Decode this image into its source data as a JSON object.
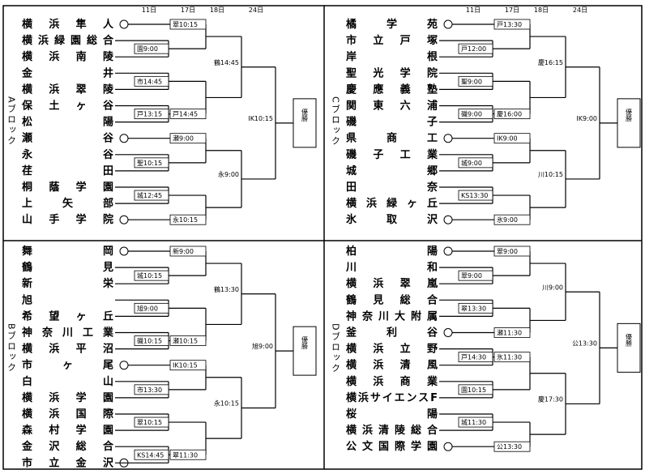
{
  "round_headers": [
    "11日",
    "17日",
    "18日",
    "24日"
  ],
  "winner_label": "優勝",
  "blocks": [
    {
      "label": "Aブロック",
      "teams": [
        "横浜隼人",
        "横浜緑園総合",
        "横浜南陵",
        "金井",
        "横浜翠陵",
        "保土ヶ谷",
        "松陽",
        "瀬谷",
        "永谷",
        "荏田",
        "桐蔭学園",
        "上矢部",
        "山手学院"
      ],
      "seeds": [
        0,
        7,
        12
      ],
      "slots": {
        "r1": [
          {
            "pair": [
              1,
              2
            ],
            "label": "園9:00"
          },
          {
            "pair": [
              3,
              4
            ],
            "label": "市14:45"
          },
          {
            "pair": [
              5,
              6
            ],
            "label": "戸13:15"
          },
          {
            "pair": [
              8,
              9
            ],
            "label": "聖10:15"
          },
          {
            "pair": [
              10,
              11
            ],
            "label": "城12:45"
          }
        ],
        "r2": [
          {
            "label": "翠10:15"
          },
          {
            "label": "戸14:45"
          },
          {
            "label": "瀬9:00"
          },
          {
            "label": "永10:15"
          }
        ],
        "r3": [
          {
            "label": "鶴14:45"
          },
          {
            "label": "永9:00"
          }
        ],
        "final": "IK10:15"
      }
    },
    {
      "label": "Bブロック",
      "teams": [
        "舞岡",
        "鶴見",
        "新栄",
        "旭",
        "希望ヶ丘",
        "神奈川工業",
        "横浜平沼",
        "市ヶ尾",
        "白山",
        "横浜学園",
        "横浜国際",
        "森村学園",
        "金沢総合",
        "市立金沢"
      ],
      "seeds": [
        0,
        7,
        13
      ],
      "slots": {
        "r1": [
          {
            "pair": [
              1,
              2
            ],
            "label": "城10:15"
          },
          {
            "pair": [
              3,
              4
            ],
            "label": "旭9:00"
          },
          {
            "pair": [
              5,
              6
            ],
            "label": "磯10:15"
          },
          {
            "pair": [
              8,
              9
            ],
            "label": "市13:30"
          },
          {
            "pair": [
              10,
              11
            ],
            "label": "翠10:15"
          },
          {
            "pair": [
              12,
              13
            ],
            "label": "KS14:45"
          }
        ],
        "r2": [
          {
            "label": "新9:00"
          },
          {
            "label": "瀬10:15"
          },
          {
            "label": "IK10:15"
          },
          {
            "label": "翠11:30"
          }
        ],
        "r3": [
          {
            "label": "鶴13:30"
          },
          {
            "label": "永10:15"
          }
        ],
        "final": "旭9:00"
      }
    },
    {
      "label": "Cブロック",
      "teams": [
        "橘学苑",
        "市立戸塚",
        "岸根",
        "聖光学院",
        "慶應義塾",
        "関東六浦",
        "磯子",
        "県商工",
        "磯子工業",
        "城郷",
        "田奈",
        "横浜緑ヶ丘",
        "氷取沢"
      ],
      "seeds": [
        0,
        7,
        12
      ],
      "slots": {
        "r1": [
          {
            "pair": [
              1,
              2
            ],
            "label": "戸12:00"
          },
          {
            "pair": [
              3,
              4
            ],
            "label": "聖9:00"
          },
          {
            "pair": [
              5,
              6
            ],
            "label": "磯9:00"
          },
          {
            "pair": [
              8,
              9
            ],
            "label": "城9:00"
          },
          {
            "pair": [
              10,
              11
            ],
            "label": "KS13:30"
          }
        ],
        "r2": [
          {
            "label": "戸13:30"
          },
          {
            "label": "慶16:00"
          },
          {
            "label": "IK9:00"
          },
          {
            "label": "氷9:00"
          }
        ],
        "r3": [
          {
            "label": "慶16:15"
          },
          {
            "label": "川10:15"
          }
        ],
        "final": "IK9:00"
      }
    },
    {
      "label": "Dブロック",
      "teams": [
        "柏陽",
        "川和",
        "横浜翠嵐",
        "鶴見総合",
        "神奈川大附属",
        "釜利谷",
        "横浜立野",
        "横浜清風",
        "横浜商業",
        "横浜サイエンスF",
        "桜陽",
        "横浜清陵総合",
        "公文国際学園"
      ],
      "seeds": [
        0,
        5,
        12
      ],
      "slots": {
        "r1": [
          {
            "pair": [
              1,
              2
            ],
            "label": "翠9:00"
          },
          {
            "pair": [
              3,
              4
            ],
            "label": "翠13:30"
          },
          {
            "pair": [
              6,
              7
            ],
            "label": "戸14:30"
          },
          {
            "pair": [
              8,
              9
            ],
            "label": "園10:15"
          },
          {
            "pair": [
              10,
              11
            ],
            "label": "城11:30"
          }
        ],
        "r2": [
          {
            "label": "翠9:00"
          },
          {
            "label": "瀬11:30"
          },
          {
            "label": "氷11:30"
          },
          {
            "label": "公13:30"
          }
        ],
        "r3": [
          {
            "label": "川9:00"
          },
          {
            "label": "慶17:30"
          }
        ],
        "final": "公13:30"
      }
    }
  ]
}
